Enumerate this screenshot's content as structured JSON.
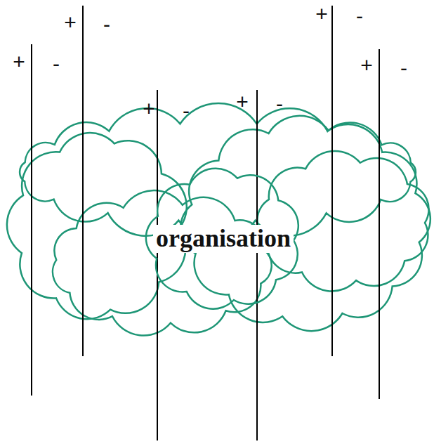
{
  "diagram": {
    "nodes": [
      {
        "text": [
          "organisation"
        ]
      }
    ],
    "labels": [
      "+",
      "-",
      "+",
      "-",
      "+",
      "-",
      "+",
      "-",
      "+",
      "-",
      "+",
      "-"
    ]
  }
}
